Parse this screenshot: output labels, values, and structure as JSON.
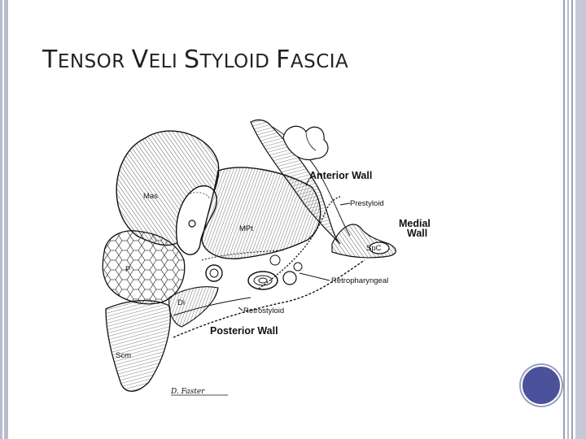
{
  "slide": {
    "title_parts": [
      {
        "cap": "T",
        "rest": "ENSOR "
      },
      {
        "cap": "V",
        "rest": "ELI "
      },
      {
        "cap": "S",
        "rest": "TYLOID "
      },
      {
        "cap": "F",
        "rest": "ASCIA"
      }
    ]
  },
  "figure": {
    "labels": {
      "anterior_wall": "Anterior Wall",
      "prestyloid": "Prestyloid",
      "medial_wall_1": "Medial",
      "medial_wall_2": "Wall",
      "spc": "SpC",
      "retropharyngeal": "Retropharyngeal",
      "retrostyloid": "Retrostyloid",
      "posterior_wall": "Posterior Wall",
      "mas": "Mas",
      "mpt": "MPt",
      "p": "P",
      "di": "Di",
      "scm": "Scm"
    },
    "signature": "D. Faster"
  },
  "colors": {
    "frame": "#b9bccb",
    "accent_circle": "#4b519a",
    "title_text": "#222222"
  }
}
